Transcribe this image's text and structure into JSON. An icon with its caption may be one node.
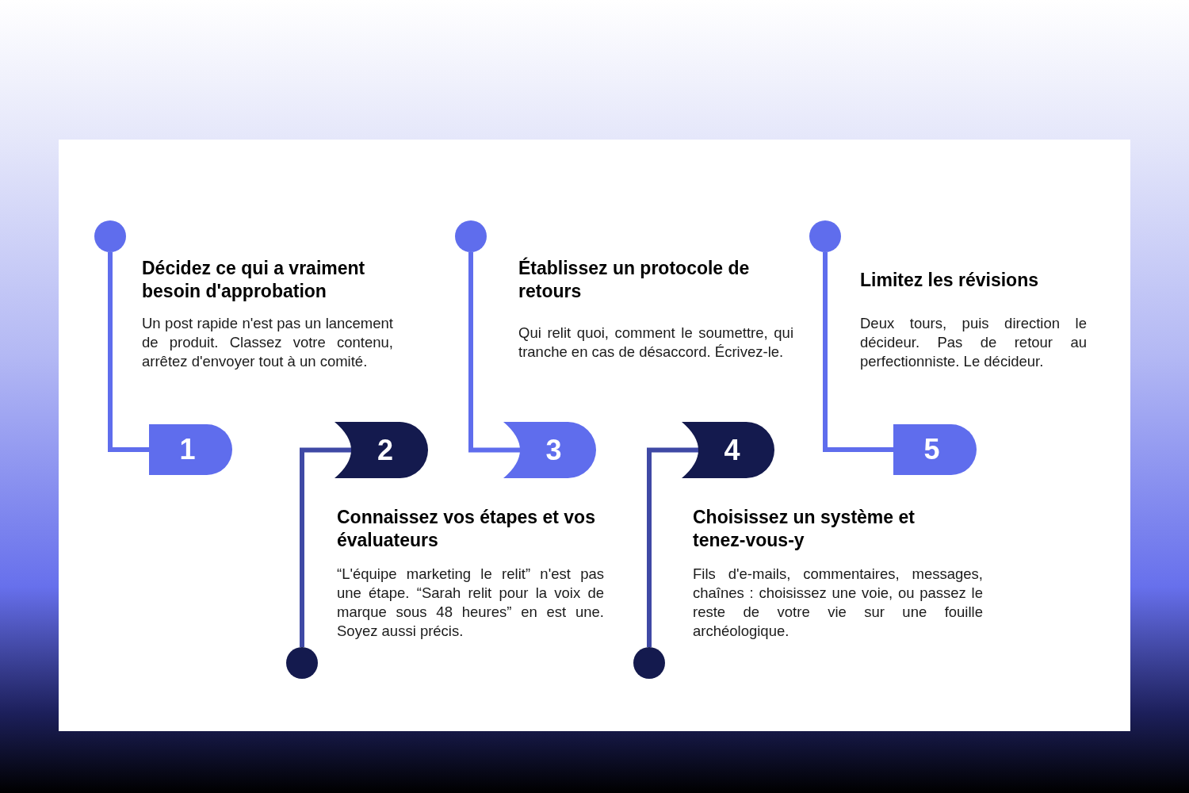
{
  "diagram": {
    "nodes": [
      {
        "text": [],
        "shape": "circle"
      },
      {
        "text": [
          "1"
        ]
      },
      {
        "text": [],
        "shape": "circle"
      },
      {
        "text": [
          "2"
        ]
      },
      {
        "text": [],
        "shape": "circle"
      },
      {
        "text": [
          "3"
        ]
      },
      {
        "text": [],
        "shape": "circle"
      },
      {
        "text": [
          "4"
        ]
      },
      {
        "text": [],
        "shape": "circle"
      },
      {
        "text": [
          "5"
        ]
      }
    ],
    "edges": [
      {
        "from": 0,
        "to": 1,
        "arrow": "none"
      },
      {
        "from": 2,
        "to": 3,
        "arrow": "none",
        "color": "#3f49a5"
      },
      {
        "from": 4,
        "to": 5,
        "arrow": "none"
      },
      {
        "from": 6,
        "to": 7,
        "arrow": "none",
        "color": "#3f49a5"
      },
      {
        "from": 8,
        "to": 9,
        "arrow": "none"
      }
    ],
    "labels": [
      "Décidez ce qui a vraiment besoin d'approbation",
      "Un post rapide n'est pas un lancement de produit. Classez votre contenu, arrêtez d'envoyer tout à un comité.",
      "Connaissez vos étapes et vos évaluateurs",
      "“L'équipe marketing le relit” n'est pas une étape. “Sarah relit pour la voix de marque sous 48 heures” en est une. Soyez aussi précis.",
      "Établissez un protocole de retours",
      "Qui relit quoi, comment le soumettre, qui tranche en cas de désaccord. Écrivez-le.",
      "Choisissez un système et tenez-vous-y",
      "Fils d'e-mails, commentaires, messages, chaînes : choisissez une voie, ou passez le reste de votre vie sur une fouille archéologique.",
      "Limitez les révisions",
      "Deux tours, puis direction le décideur. Pas de retour au perfectionniste. Le décideur."
    ]
  }
}
